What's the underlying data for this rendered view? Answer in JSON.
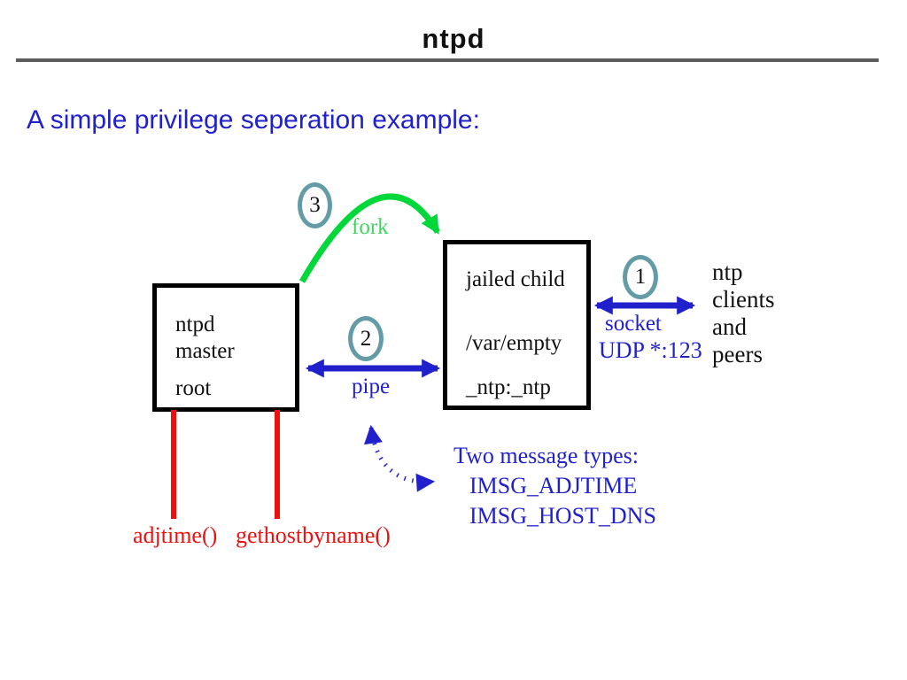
{
  "title": "ntpd",
  "subtitle": "A simple privilege seperation example:",
  "colors": {
    "blue": "#2121cc",
    "green": "#00d83a",
    "green_label": "#41d55f",
    "red": "#ee1010",
    "teal": "#639ca6",
    "rule_light": "#b3b3b3",
    "rule_dark": "#5c5c5c"
  },
  "diagram": {
    "master_box": {
      "name": "ntpd",
      "role": "master",
      "user": "root"
    },
    "child_box": {
      "name": "jailed child",
      "chroot": "/var/empty",
      "user": "_ntp:_ntp"
    },
    "fork": {
      "step": "3",
      "label": "fork"
    },
    "pipe": {
      "step": "2",
      "label": "pipe"
    },
    "socket": {
      "step": "1",
      "label": "socket",
      "detail": "UDP *:123"
    },
    "peers": {
      "line1": "ntp",
      "line2": "clients",
      "line3": "and",
      "line4": "peers"
    },
    "messages": {
      "heading": "Two message types:",
      "item1": "IMSG_ADJTIME",
      "item2": "IMSG_HOST_DNS"
    },
    "syscalls": {
      "left": "adjtime()",
      "right": "gethostbyname()"
    }
  }
}
